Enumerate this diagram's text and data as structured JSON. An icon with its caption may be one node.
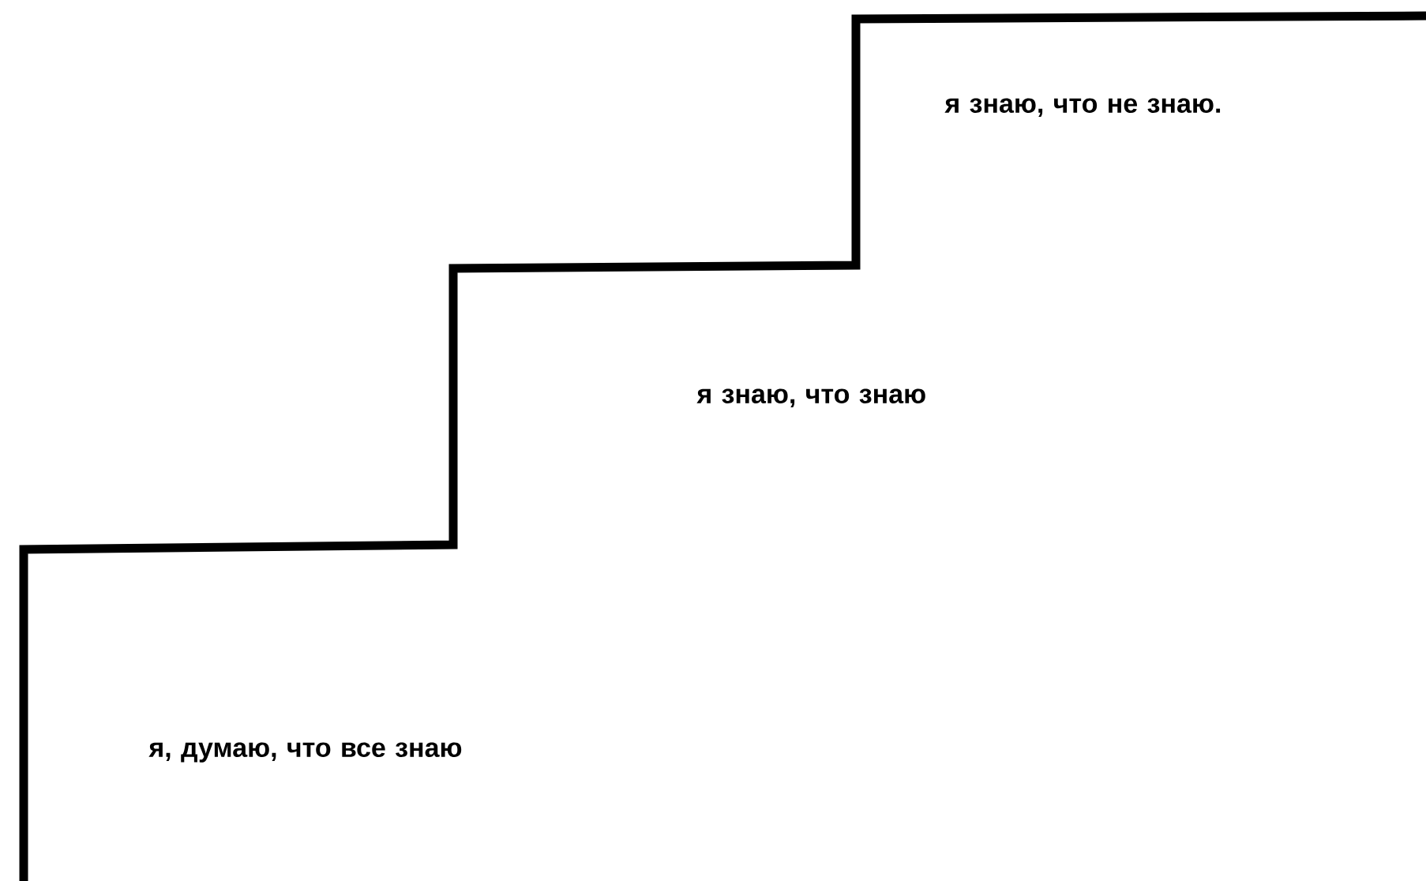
{
  "diagram": {
    "labels": [
      "я знаю, что не знаю.",
      "я знаю, что знаю",
      "я, думаю, что все знаю"
    ]
  }
}
